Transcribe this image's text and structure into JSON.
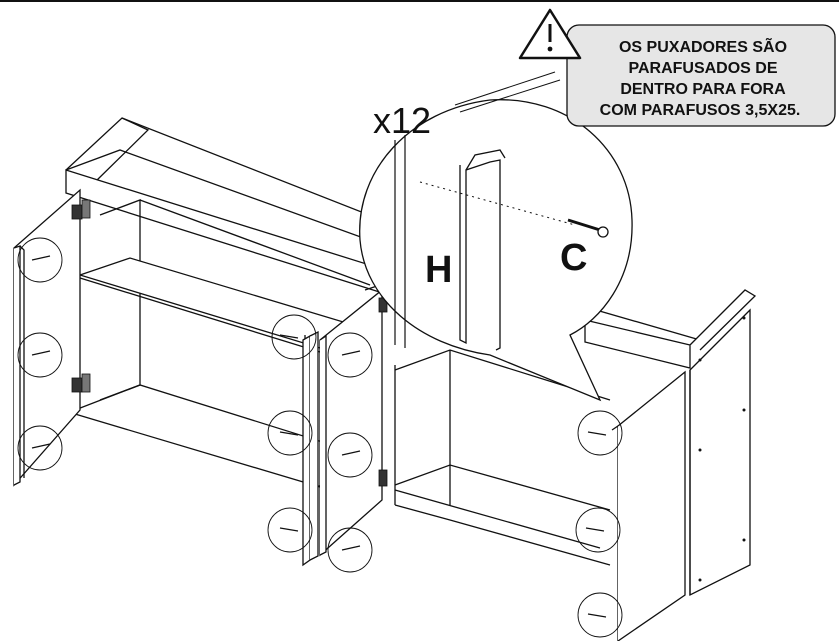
{
  "callout": {
    "quantity": "x12",
    "part_handle": "H",
    "part_screw": "C"
  },
  "warning": {
    "icon": "warning-triangle-icon",
    "lines": [
      "OS PUXADORES SÃO",
      "PARAFUSADOS DE",
      "DENTRO PARA FORA",
      "COM PARAFUSOS 3,5X25."
    ]
  },
  "colors": {
    "line": "#111111",
    "warning_box": "#e6e6e6"
  }
}
